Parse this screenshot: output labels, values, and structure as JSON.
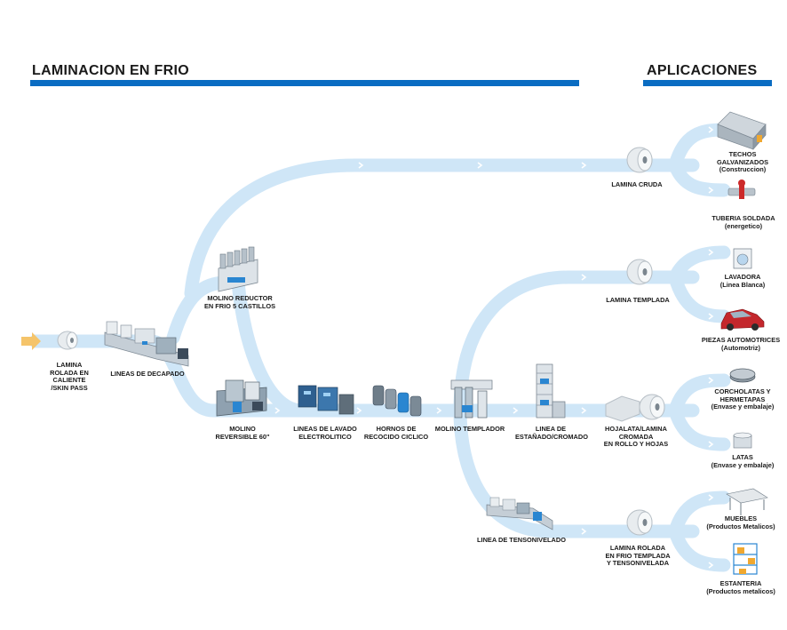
{
  "header": {
    "left_title": "LAMINACION EN FRIO",
    "right_title": "APLICACIONES"
  },
  "colors": {
    "accent_bar": "#0a6cc2",
    "flow_path": "#cfe6f7",
    "start_arrow": "#f5c46a"
  },
  "nodes": {
    "lamina_rolada": "LAMINA\nROLADA EN\nCALIENTE\n/SKIN PASS",
    "lineas_decapado": "LINEAS DE DECAPADO",
    "molino_reductor": "MOLINO REDUCTOR\nEN FRIO 5 CASTILLOS",
    "molino_reversible": "MOLINO\nREVERSIBLE 60\"",
    "lineas_lavado": "LINEAS DE LAVADO\nELECTROLITICO",
    "hornos": "HORNOS DE\nRECOCIDO CICLICO",
    "molino_templador": "MOLINO TEMPLADOR",
    "linea_estanado": "LINEA DE\nESTAÑADO/CROMADO",
    "linea_tensonivelado": "LINEA DE TENSONIVELADO",
    "lamina_cruda": "LAMINA CRUDA",
    "lamina_templada": "LAMINA TEMPLADA",
    "hojalata": "HOJALATA/LAMINA\nCROMADA\nEN ROLLO Y HOJAS",
    "lamina_rolada_frio": "LAMINA ROLADA\nEN FRIO TEMPLADA\nY TENSONIVELADA"
  },
  "applications": {
    "techos": "TECHOS\nGALVANIZADOS\n(Construccion)",
    "tuberia": "TUBERIA SOLDADA\n(energetico)",
    "lavadora": "LAVADORA\n(Linea Blanca)",
    "piezas": "PIEZAS AUTOMOTRICES\n(Automotriz)",
    "corcholatas": "CORCHOLATAS Y\nHERMETAPAS\n(Envase y embalaje)",
    "latas": "LATAS\n(Envase y embalaje)",
    "muebles": "MUEBLES\n(Productos Metalicos)",
    "estanteria": "ESTANTERIA\n(Productos metalicos)"
  }
}
